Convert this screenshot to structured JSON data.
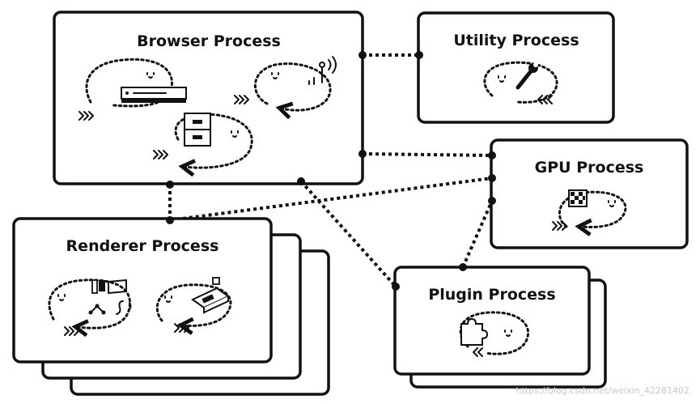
{
  "processes": {
    "browser": "Browser Process",
    "utility": "Utility Process",
    "gpu": "GPU Process",
    "renderer": "Renderer Process",
    "plugin": "Plugin Process"
  },
  "watermark": "https://blog.csdn.net/weixin_42281402",
  "icons": [
    "computer-tower-icon",
    "antenna-icon",
    "file-cabinet-icon",
    "wrench-icon",
    "pixel-grid-icon",
    "editor-tools-icon",
    "document-icon",
    "puzzle-icon"
  ]
}
